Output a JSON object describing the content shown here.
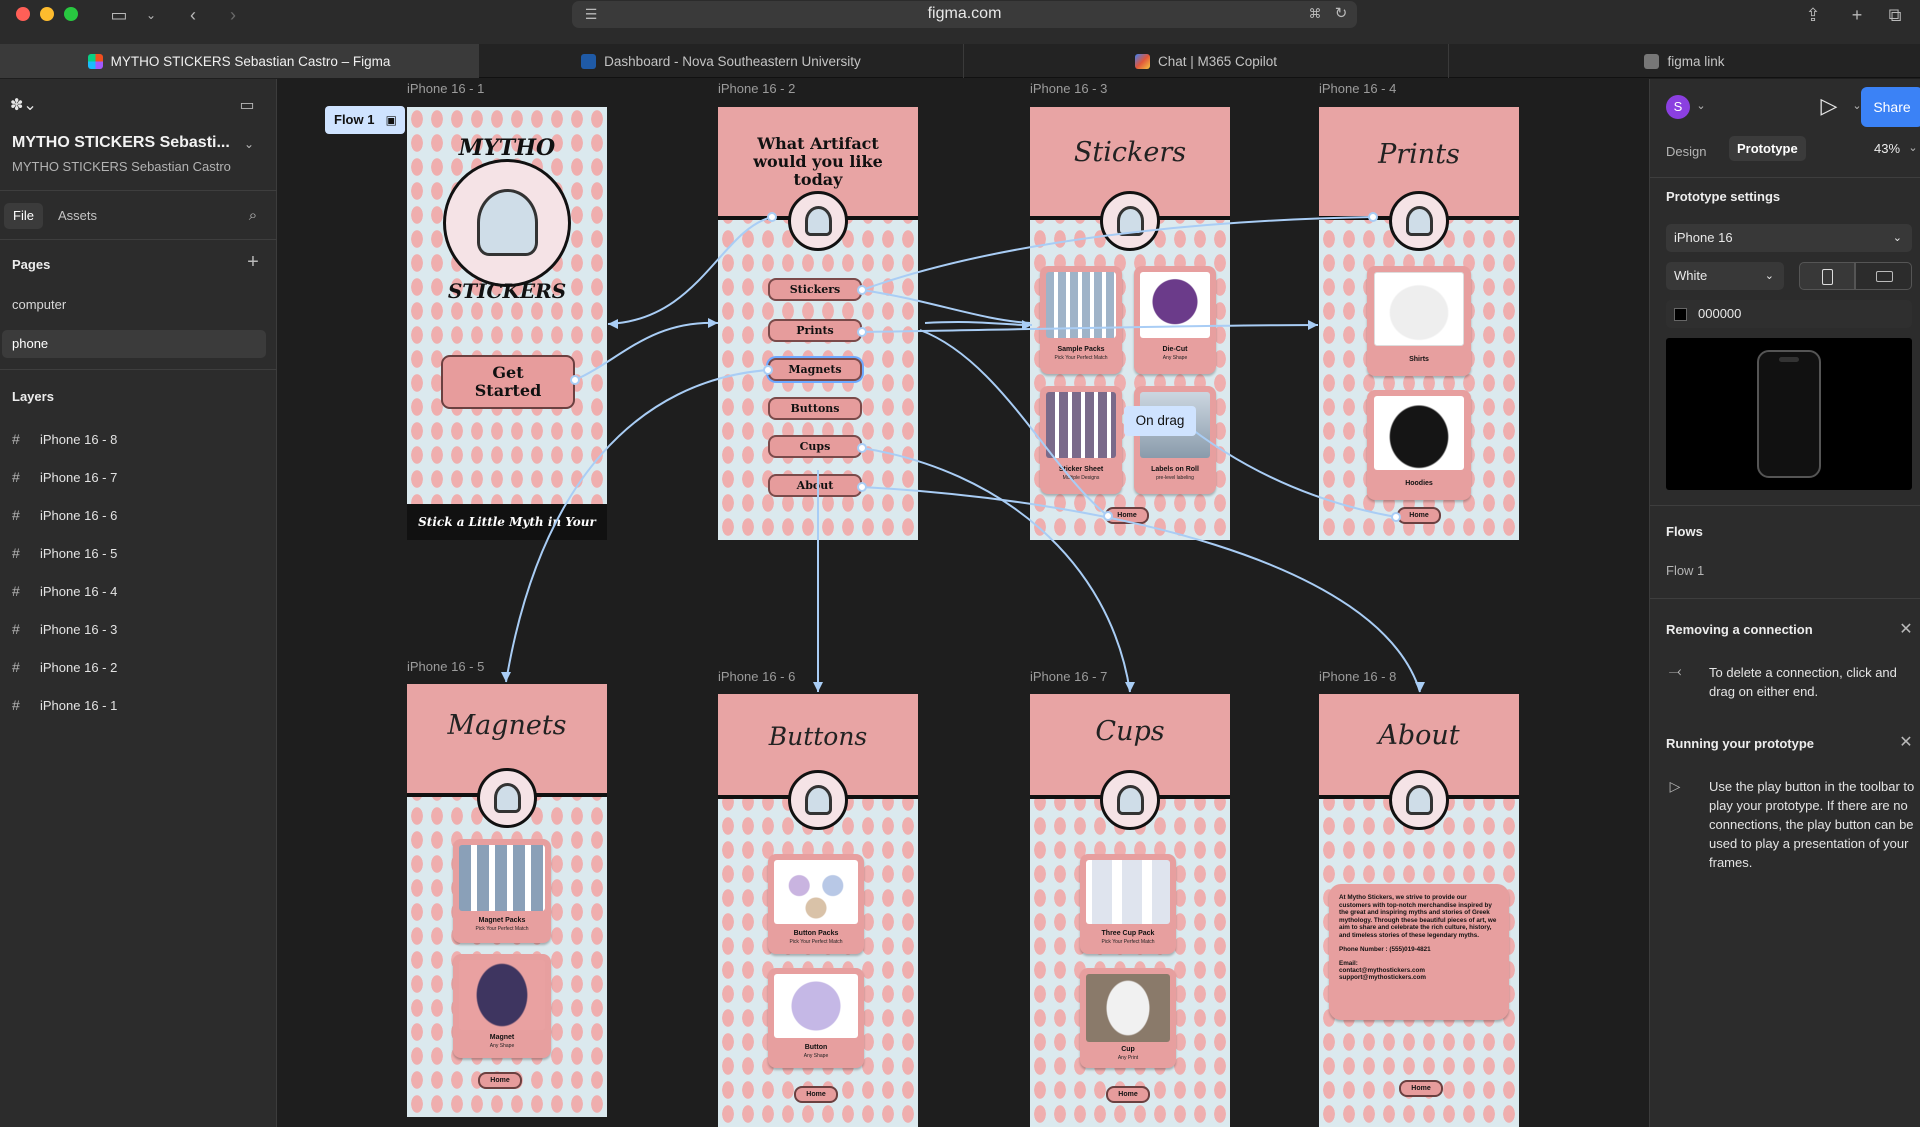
{
  "browser": {
    "url": "figma.com",
    "tabs": [
      {
        "label": "MYTHO STICKERS Sebastian Castro – Figma",
        "color": "#a259ff"
      },
      {
        "label": "Dashboard - Nova Southeastern University",
        "color": "#1f5aa6"
      },
      {
        "label": "Chat | M365 Copilot",
        "color": "#e0563b"
      },
      {
        "label": "figma link",
        "color": "#777777"
      }
    ]
  },
  "left": {
    "file_title": "MYTHO STICKERS Sebasti...",
    "file_sub": "MYTHO STICKERS Sebastian Castro",
    "tab_file": "File",
    "tab_assets": "Assets",
    "pages_heading": "Pages",
    "pages": [
      "computer",
      "phone"
    ],
    "layers_heading": "Layers",
    "layers": [
      "iPhone 16 - 8",
      "iPhone 16 - 7",
      "iPhone 16 - 6",
      "iPhone 16 - 5",
      "iPhone 16 - 4",
      "iPhone 16 - 3",
      "iPhone 16 - 2",
      "iPhone 16 - 1"
    ]
  },
  "right": {
    "avatar": "S",
    "share": "Share",
    "tab_design": "Design",
    "tab_prototype": "Prototype",
    "zoom": "43%",
    "settings_heading": "Prototype settings",
    "device": "iPhone 16",
    "color_option": "White",
    "bg_hex": "000000",
    "flows_heading": "Flows",
    "flow_name": "Flow 1",
    "removing_heading": "Removing a connection",
    "removing_text": "To delete a connection, click and drag on either end.",
    "running_heading": "Running your prototype",
    "running_text": "Use the play button in the toolbar to play your prototype. If there are no connections, the play button can be used to play a presentation of your frames."
  },
  "canvas": {
    "flow_label": "Flow 1",
    "tooltip": "On drag",
    "frames": {
      "f1": {
        "label": "iPhone 16 - 1",
        "logo_top": "MYTHO",
        "logo_bottom": "STICKERS",
        "cta": "Get Started",
        "footer": "Stick a Little Myth in Your Life"
      },
      "f2": {
        "label": "iPhone 16 - 2",
        "title": "What Artifact would you like today",
        "menu": [
          "Stickers",
          "Prints",
          "Magnets",
          "Buttons",
          "Cups",
          "About"
        ]
      },
      "f3": {
        "label": "iPhone 16 - 3",
        "title": "Stickers",
        "cards": [
          {
            "cap": "Sample Packs",
            "sub": "Pick Your Perfect Match"
          },
          {
            "cap": "Die-Cut",
            "sub": "Any Shape"
          },
          {
            "cap": "Sticker Sheet",
            "sub": "Multiple Designs"
          },
          {
            "cap": "Labels on Roll",
            "sub": "pre-level labeling"
          }
        ],
        "home": "Home"
      },
      "f4": {
        "label": "iPhone 16 - 4",
        "title": "Prints",
        "cards": [
          {
            "cap": "Shirts"
          },
          {
            "cap": "Hoodies"
          }
        ],
        "home": "Home"
      },
      "f5": {
        "label": "iPhone 16 - 5",
        "title": "Magnets",
        "cards": [
          {
            "cap": "Magnet Packs",
            "sub": "Pick Your Perfect Match"
          },
          {
            "cap": "Magnet",
            "sub": "Any Shape"
          }
        ],
        "home": "Home"
      },
      "f6": {
        "label": "iPhone 16 - 6",
        "title": "Buttons",
        "cards": [
          {
            "cap": "Button Packs",
            "sub": "Pick Your Perfect Match"
          },
          {
            "cap": "Button",
            "sub": "Any Shape"
          }
        ],
        "home": "Home"
      },
      "f7": {
        "label": "iPhone 16 - 7",
        "title": "Cups",
        "cards": [
          {
            "cap": "Three Cup Pack",
            "sub": "Pick Your Perfect Match"
          },
          {
            "cap": "Cup",
            "sub": "Any Print"
          }
        ],
        "home": "Home"
      },
      "f8": {
        "label": "iPhone 16 - 8",
        "title": "About",
        "about_text": "At Mytho Stickers, we strive to provide our customers with top-notch merchandise inspired by the great and inspiring myths and stories of Greek mythology. Through these beautiful pieces of art, we aim to share and celebrate the rich culture, history, and timeless stories of these legendary myths.",
        "phone": "Phone Number : (555)019-4821",
        "email_label": "Email:",
        "email1": "contact@mythostickers.com",
        "email2": "support@mythostickers.com",
        "home": "Home"
      }
    }
  },
  "colors": {
    "accent": "#3b82f6",
    "frame_pink": "#e8a4a4",
    "wire": "#a9cdf5"
  }
}
